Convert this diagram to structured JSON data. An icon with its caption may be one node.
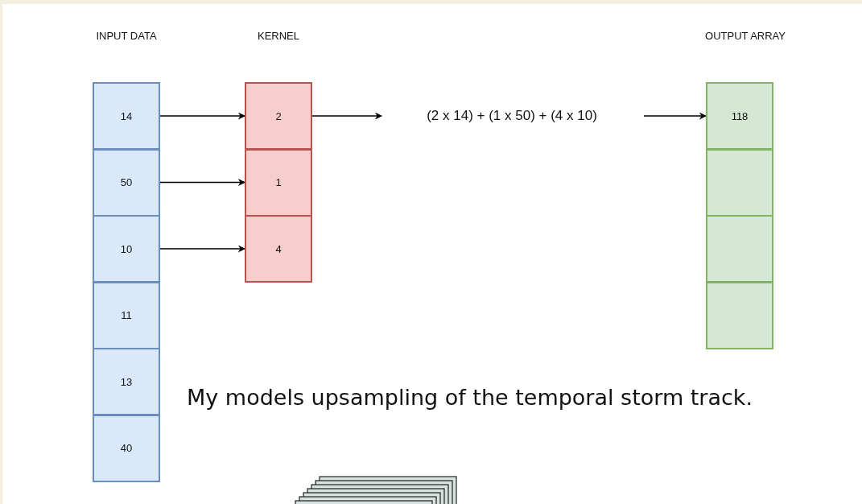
{
  "diagram": {
    "caption": "My models upsampling of the temporal storm track.",
    "nodes": [
      {
        "text": [
          "14"
        ]
      },
      {
        "text": [
          "50"
        ]
      },
      {
        "text": [
          "10"
        ]
      },
      {
        "text": [
          "11"
        ]
      },
      {
        "text": [
          "13"
        ]
      },
      {
        "text": [
          "40"
        ]
      },
      {
        "text": [
          "2"
        ]
      },
      {
        "text": [
          "1"
        ]
      },
      {
        "text": [
          "4"
        ]
      },
      {
        "text": [
          "(2 x 14) + (1 x 50) + (4 x 10)"
        ]
      },
      {
        "text": [
          "118"
        ]
      },
      {
        "text": [],
        "shape": "box"
      },
      {
        "text": [],
        "shape": "box"
      },
      {
        "text": [],
        "shape": "box"
      }
    ],
    "edges": [
      {
        "from": 0,
        "to": 6,
        "arrow": "to"
      },
      {
        "from": 1,
        "to": 7,
        "arrow": "to"
      },
      {
        "from": 2,
        "to": 8,
        "arrow": "to"
      },
      {
        "from": 6,
        "to": 9,
        "arrow": "to"
      },
      {
        "from": 9,
        "to": 10,
        "arrow": "to"
      }
    ],
    "labels": [
      "INPUT DATA",
      "KERNEL",
      "OUTPUT ARRAY"
    ]
  }
}
